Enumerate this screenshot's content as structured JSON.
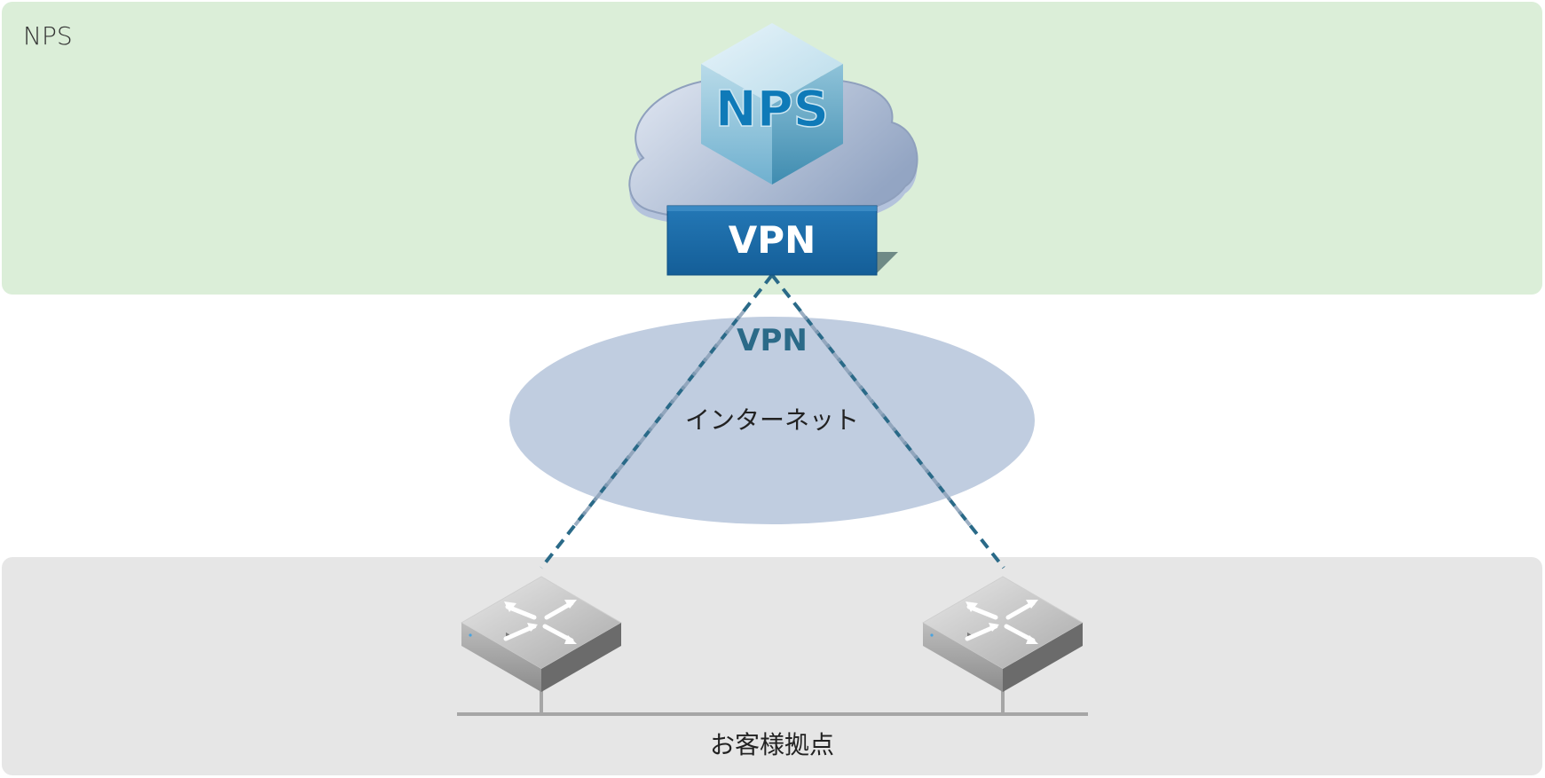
{
  "nps_zone": {
    "label": "NPS"
  },
  "cloud": {
    "badge": "NPS"
  },
  "vpn_gateway": {
    "label": "VPN"
  },
  "internet": {
    "vpn_label": "VPN",
    "label": "インターネット"
  },
  "customer_zone": {
    "label": "お客様拠点"
  },
  "icons": [
    "cloud-icon",
    "cube-icon",
    "router-icon"
  ],
  "colors": {
    "nps_zone": "#dbeed8",
    "customer_zone": "#e6e6e6",
    "internet": "#c0cde0",
    "vpn_box": "#1a6aa6",
    "vpn_text": "#2b6a88",
    "tunnel": "#2a6a88"
  }
}
